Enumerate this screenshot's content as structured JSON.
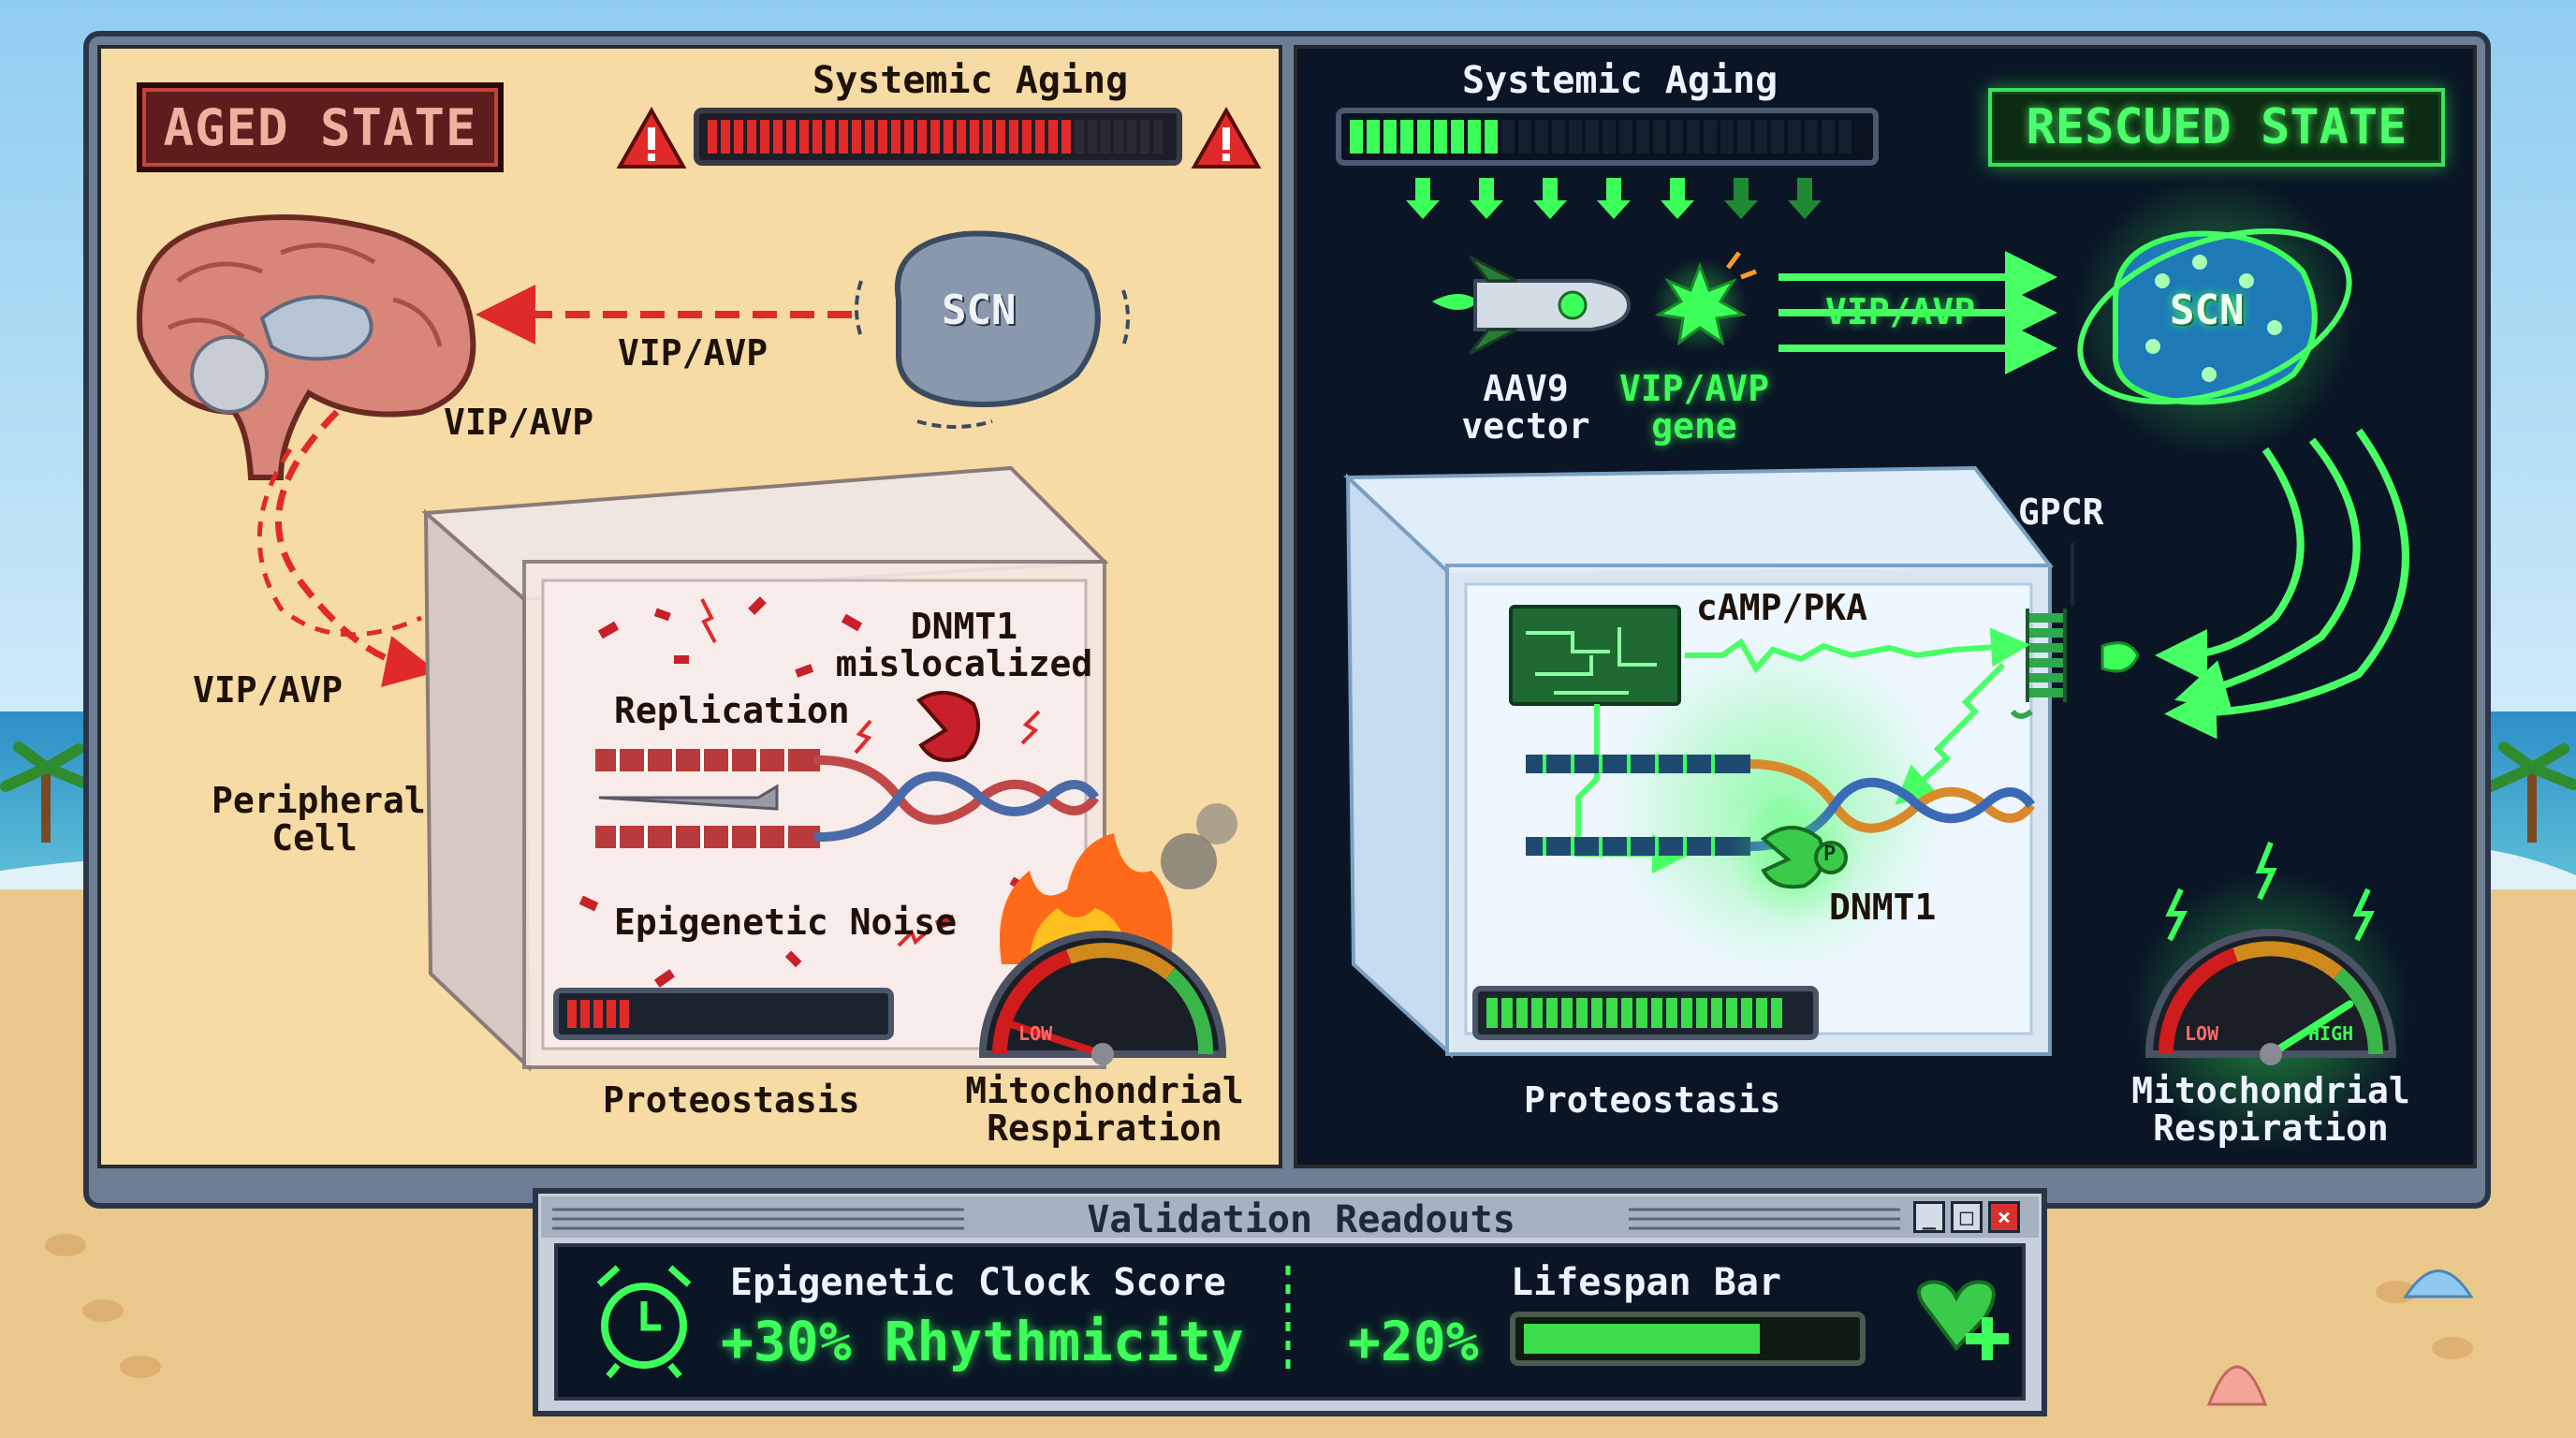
{
  "aged_panel": {
    "state_label": "AGED STATE",
    "aging_title": "Systemic Aging",
    "aging_level": 0.8,
    "scn_label": "SCN",
    "signal_label_top": "VIP/AVP",
    "signal_label_mid": "VIP/AVP",
    "signal_label_left": "VIP/AVP",
    "cell_label_1": "Peripheral",
    "cell_label_2": "Cell",
    "dnmt1_line1": "DNMT1",
    "dnmt1_line2": "mislocalized",
    "replication_label": "Replication",
    "noise_label": "Epigenetic Noise",
    "proteostasis_label": "Proteostasis",
    "proteostasis_level": 0.22,
    "mito_label_1": "Mitochondrial",
    "mito_label_2": "Respiration",
    "gauge_low": "LOW",
    "gauge_level": 0.1
  },
  "rescued_panel": {
    "state_label": "RESCUED STATE",
    "aging_title": "Systemic Aging",
    "aging_level": 0.3,
    "scn_label": "SCN",
    "vector_label_1": "AAV9",
    "vector_label_2": "vector",
    "gene_label_1": "VIP/AVP",
    "gene_label_2": "gene",
    "signal_label": "VIP/AVP",
    "gpcr_label": "GPCR",
    "camp_label": "cAMP/PKA",
    "phospho_label": "P",
    "dnmt1_label": "DNMT1",
    "proteostasis_label": "Proteostasis",
    "proteostasis_level": 0.95,
    "mito_label_1": "Mitochondrial",
    "mito_label_2": "Respiration",
    "gauge_low": "LOW",
    "gauge_high": "HIGH",
    "gauge_level": 0.82
  },
  "validation_window": {
    "title": "Validation Readouts",
    "clock_title": "Epigenetic Clock Score",
    "clock_value": "+30% Rhythmicity",
    "lifespan_title": "Lifespan Bar",
    "lifespan_value": "+20%",
    "lifespan_level": 0.72
  },
  "colors": {
    "aged_bg": "#f6dba5",
    "rescued_bg": "#0a1626",
    "alarm_red": "#e02a2a",
    "neon_green": "#3dff5a",
    "sky": "#7ec3ea",
    "sand": "#eac88c"
  },
  "icons": [
    "warning-icon",
    "brain-icon",
    "scn-icon",
    "dna-icon",
    "speedometer-icon",
    "rocket-icon",
    "alarm-clock-icon",
    "heart-plus-icon",
    "palm-tree-icon",
    "shell-icon"
  ]
}
